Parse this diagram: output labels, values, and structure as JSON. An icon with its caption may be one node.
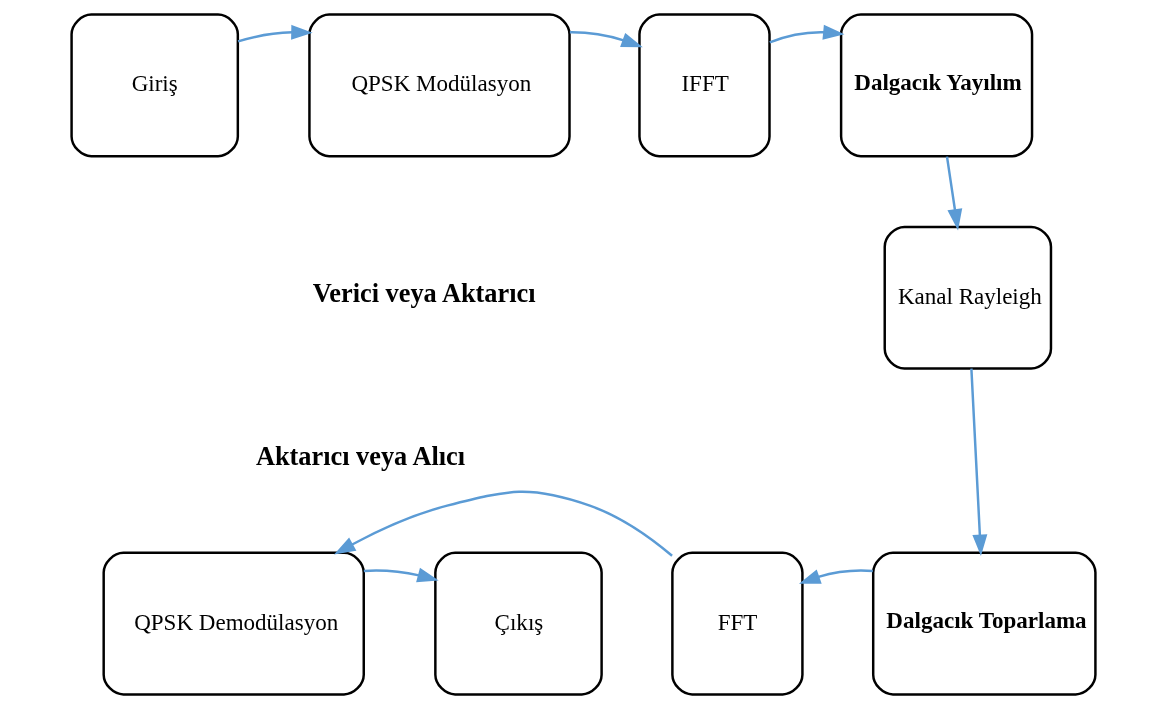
{
  "diagram": {
    "nodes": [
      {
        "text": [
          "Giriş"
        ]
      },
      {
        "text": [
          "QPSK Modülasyon"
        ]
      },
      {
        "text": [
          "IFFT"
        ]
      },
      {
        "text": [
          "Dalgacık Yayılım"
        ]
      },
      {
        "text": [
          "Kanal Rayleigh"
        ]
      },
      {
        "text": [
          "Dalgacık Toparlama"
        ]
      },
      {
        "text": [
          "FFT"
        ]
      },
      {
        "text": [
          "QPSK Demodülasyon"
        ]
      },
      {
        "text": [
          "Çıkış"
        ]
      }
    ],
    "edges": [
      {
        "from": 0,
        "to": 1,
        "arrow": "to"
      },
      {
        "from": 1,
        "to": 2,
        "arrow": "to"
      },
      {
        "from": 2,
        "to": 3,
        "arrow": "to"
      },
      {
        "from": 3,
        "to": 4,
        "arrow": "to"
      },
      {
        "from": 4,
        "to": 5,
        "arrow": "to"
      },
      {
        "from": 5,
        "to": 6,
        "arrow": "to"
      },
      {
        "from": 6,
        "to": 7,
        "arrow": "to"
      },
      {
        "from": 7,
        "to": 8,
        "arrow": "to"
      }
    ],
    "labels": [
      "Verici veya Aktarıcı",
      "Aktarıcı veya Alıcı"
    ]
  }
}
